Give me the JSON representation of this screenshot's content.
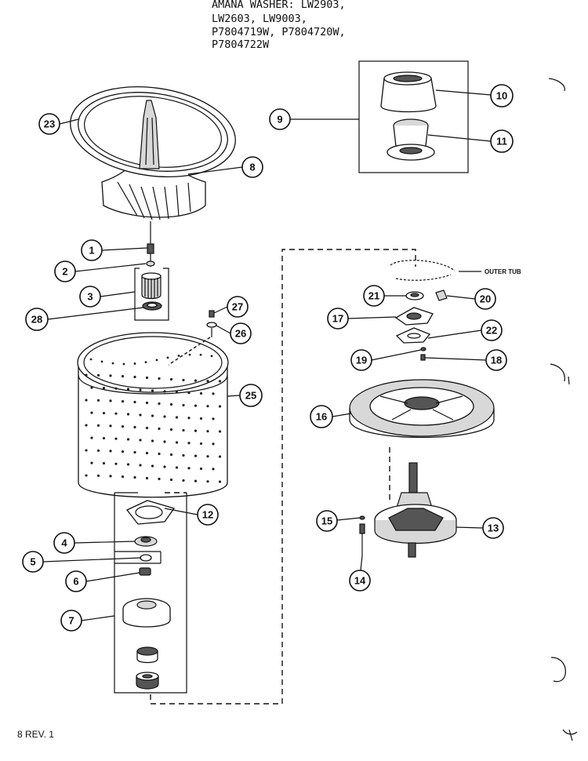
{
  "header": {
    "lines": [
      "AMANA WASHER: LW2903,",
      "LW2603, LW9003,",
      "P7804719W, P7804720W,",
      "P7804722W"
    ]
  },
  "callouts": {
    "c1": "1",
    "c2": "2",
    "c3": "3",
    "c4": "4",
    "c5": "5",
    "c6": "6",
    "c7": "7",
    "c8": "8",
    "c9": "9",
    "c10": "10",
    "c11": "11",
    "c12": "12",
    "c13": "13",
    "c14": "14",
    "c15": "15",
    "c16": "16",
    "c17": "17",
    "c18": "18",
    "c19": "19",
    "c20": "20",
    "c21": "21",
    "c22": "22",
    "c23": "23",
    "c25": "25",
    "c26": "26",
    "c27": "27",
    "c28": "28"
  },
  "labels": {
    "outer_tub": "OUTER TUB"
  },
  "footer": {
    "rev": "8 REV. 1"
  }
}
